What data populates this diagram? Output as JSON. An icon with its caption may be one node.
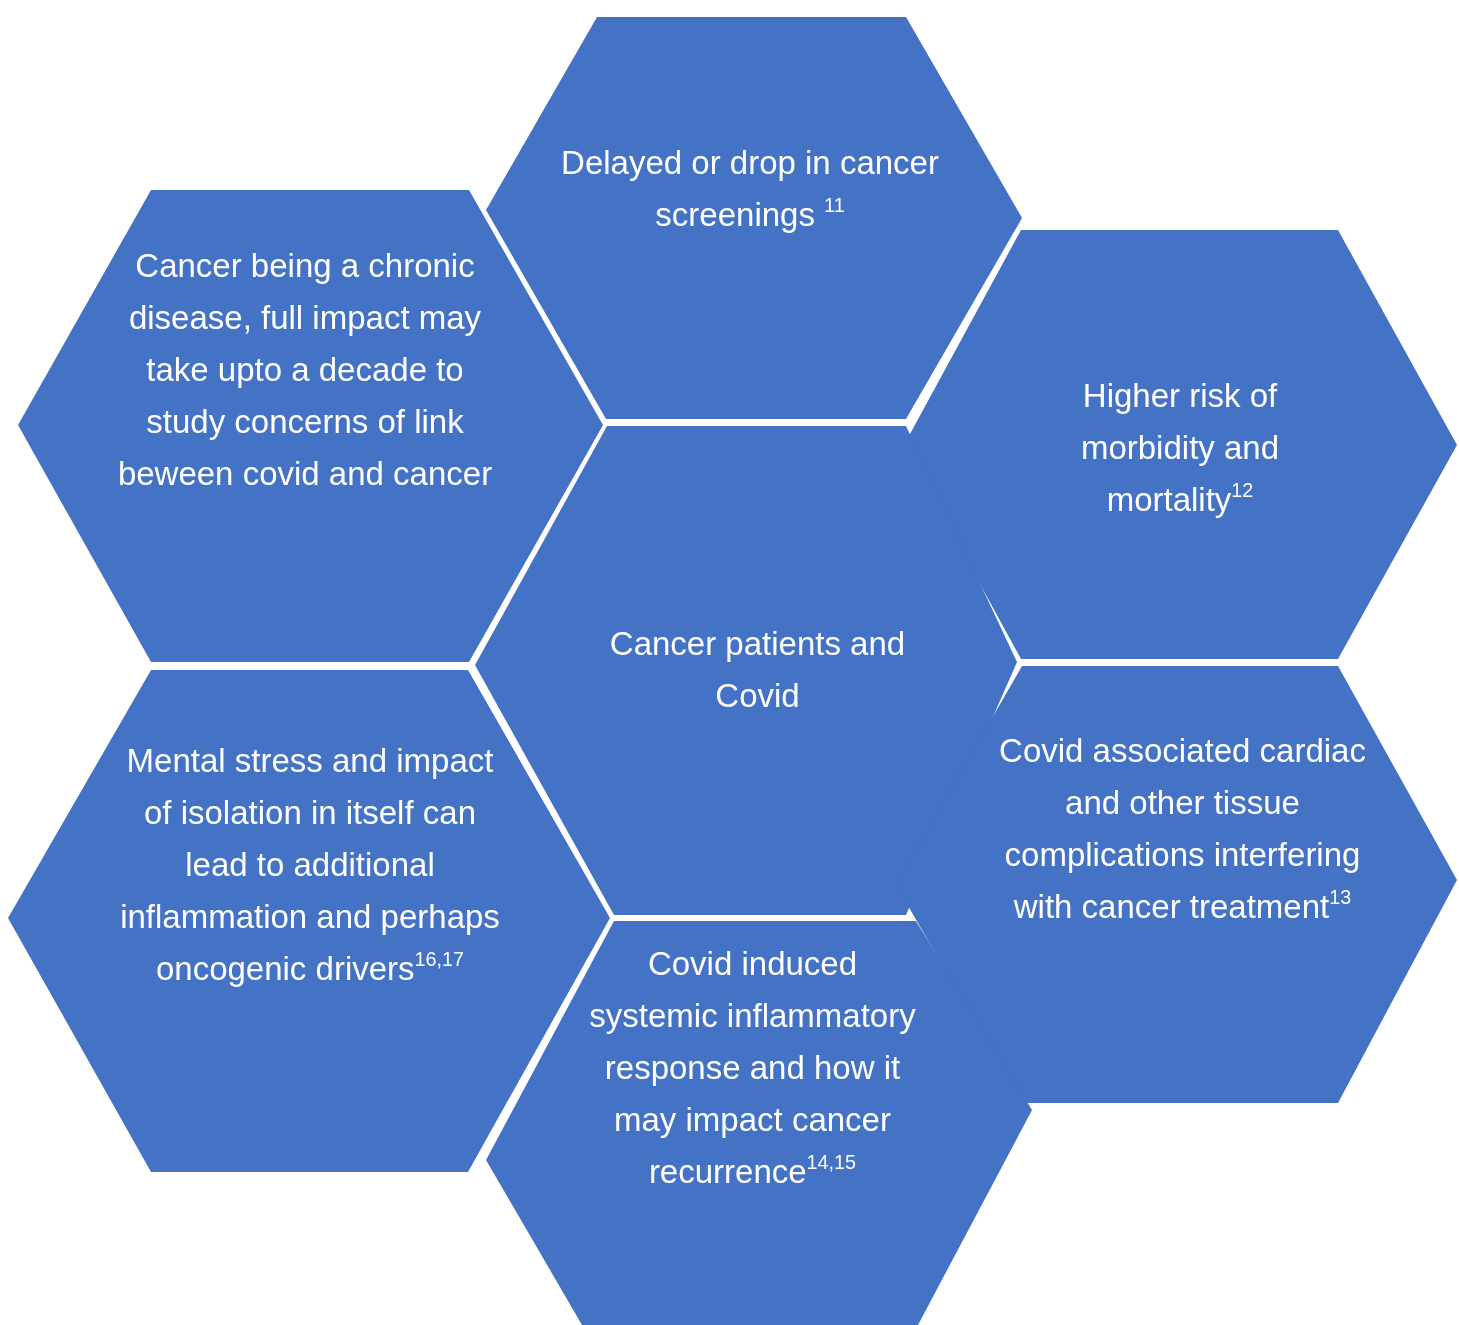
{
  "diagram": {
    "nodes": [
      {
        "text": [
          "Delayed or drop in cancer screenings $^{11}$"
        ]
      },
      {
        "text": [
          "Cancer being a chronic disease, full impact may take upto a decade to study concerns of link beween covid and cancer"
        ]
      },
      {
        "text": [
          "Higher risk of morbidity and mortality$^{12}$"
        ]
      },
      {
        "text": [
          "Cancer patients and Covid"
        ]
      },
      {
        "text": [
          "Mental stress and impact of isolation in itself can lead to additional inflammation and perhaps oncogenic drivers$^{16,17}$"
        ]
      },
      {
        "text": [
          "Covid associated cardiac and other tissue complications interfering with cancer treatment$^{13}$"
        ]
      },
      {
        "text": [
          "Covid induced systemic inflammatory response and how it may impact cancer recurrence$^{14,15}$"
        ]
      }
    ]
  }
}
